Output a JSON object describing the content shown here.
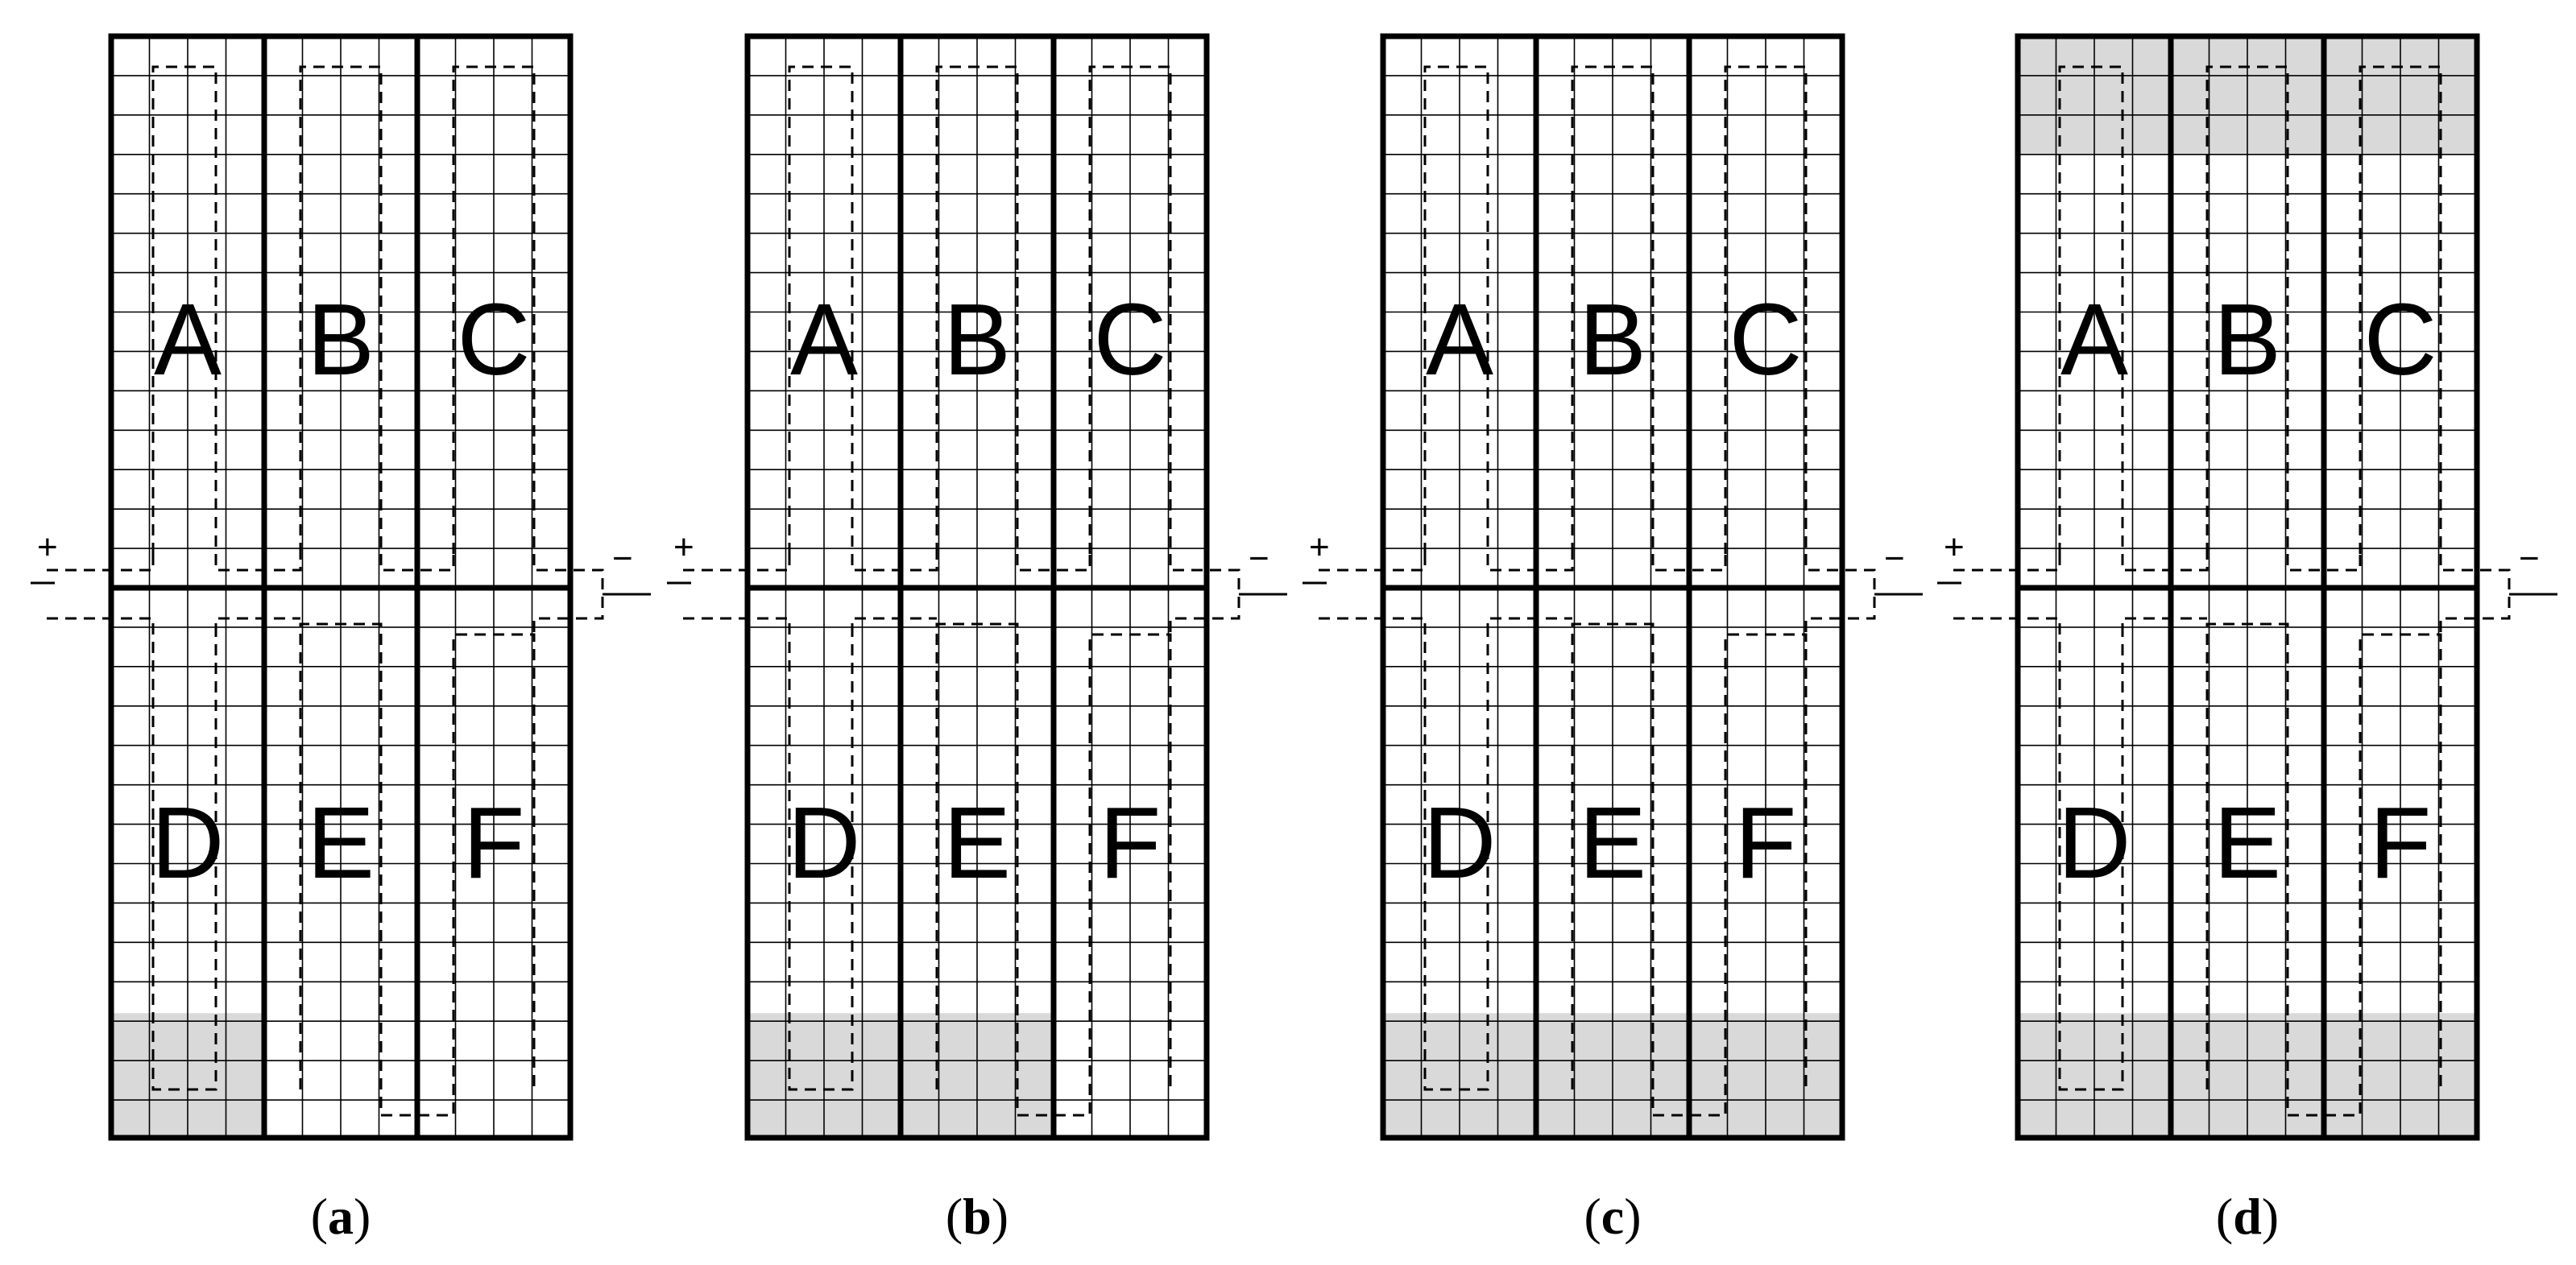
{
  "panels": [
    {
      "id": "a",
      "caption": "a",
      "shaded": {
        "bottom": [
          "D"
        ],
        "top": []
      }
    },
    {
      "id": "b",
      "caption": "b",
      "shaded": {
        "bottom": [
          "D",
          "E"
        ],
        "top": []
      }
    },
    {
      "id": "c",
      "caption": "c",
      "shaded": {
        "bottom": [
          "D",
          "E",
          "F"
        ],
        "top": []
      }
    },
    {
      "id": "d",
      "caption": "d",
      "shaded": {
        "bottom": [
          "D",
          "E",
          "F"
        ],
        "top": [
          "A",
          "B",
          "C"
        ]
      }
    }
  ],
  "cells": {
    "top": [
      "A",
      "B",
      "C"
    ],
    "bottom": [
      "D",
      "E",
      "F"
    ]
  },
  "terminals": {
    "positive": "+",
    "negative": "−"
  },
  "colors": {
    "line": "#000000",
    "shade": "#d9d9d9",
    "background": "#ffffff"
  },
  "grid": {
    "columns_per_cell": 4,
    "rows_per_half": 14
  }
}
